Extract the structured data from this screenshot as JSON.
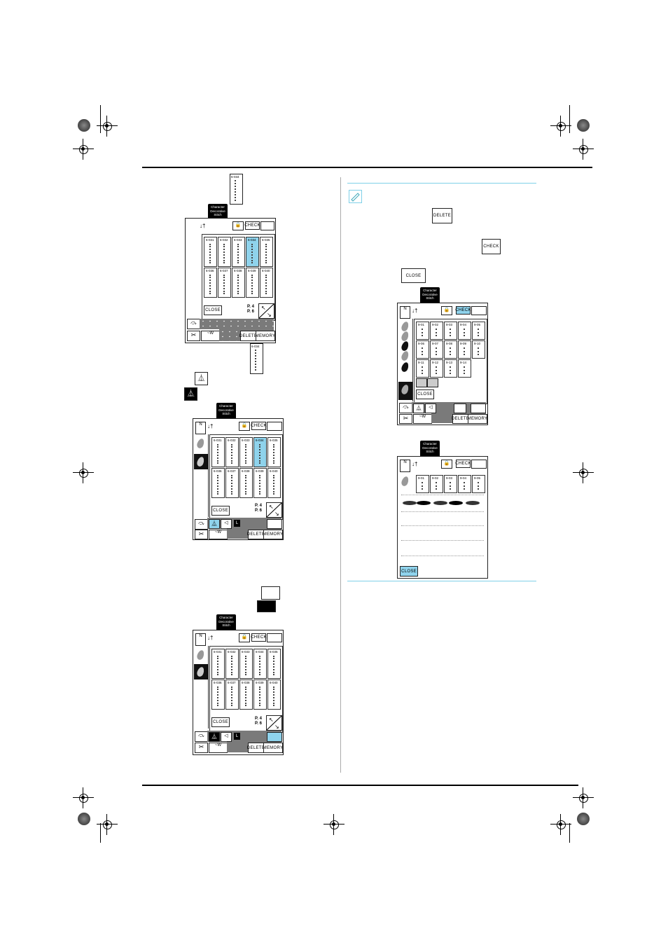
{
  "tab_label": "Character\nDecorative\nStitch",
  "buttons": {
    "close": "CLOSE",
    "check": "CHECK",
    "delete": "DELETE",
    "memory": "MEMORY"
  },
  "icon_code_1": "6-034",
  "page_indicator": {
    "line1": "P. 4",
    "line2": "P. 6"
  },
  "screen1_codes": [
    "6-031",
    "6-032",
    "6-033",
    "6-034",
    "6-035",
    "6-036",
    "6-037",
    "6-038",
    "6-039",
    "6-040"
  ],
  "screen4_codes": [
    "9-01",
    "9-02",
    "9-03",
    "9-04",
    "9-05",
    "9-06",
    "9-07",
    "9-08",
    "9-09",
    "9-10",
    "9-11",
    "9-12",
    "9-13",
    "9-14"
  ],
  "screen5_codes": [
    "9-01",
    "9-02",
    "9-03",
    "9-04",
    "9-05"
  ],
  "mode_letter": "L",
  "icons": [
    "register-mark",
    "memo-icon",
    "pencil-icon",
    "mirror-icon",
    "scissors-icon",
    "lock-icon",
    "book-icon",
    "presser-foot-icon",
    "needle-icon",
    "arrow-icon",
    "stitch-repeat-icon"
  ]
}
